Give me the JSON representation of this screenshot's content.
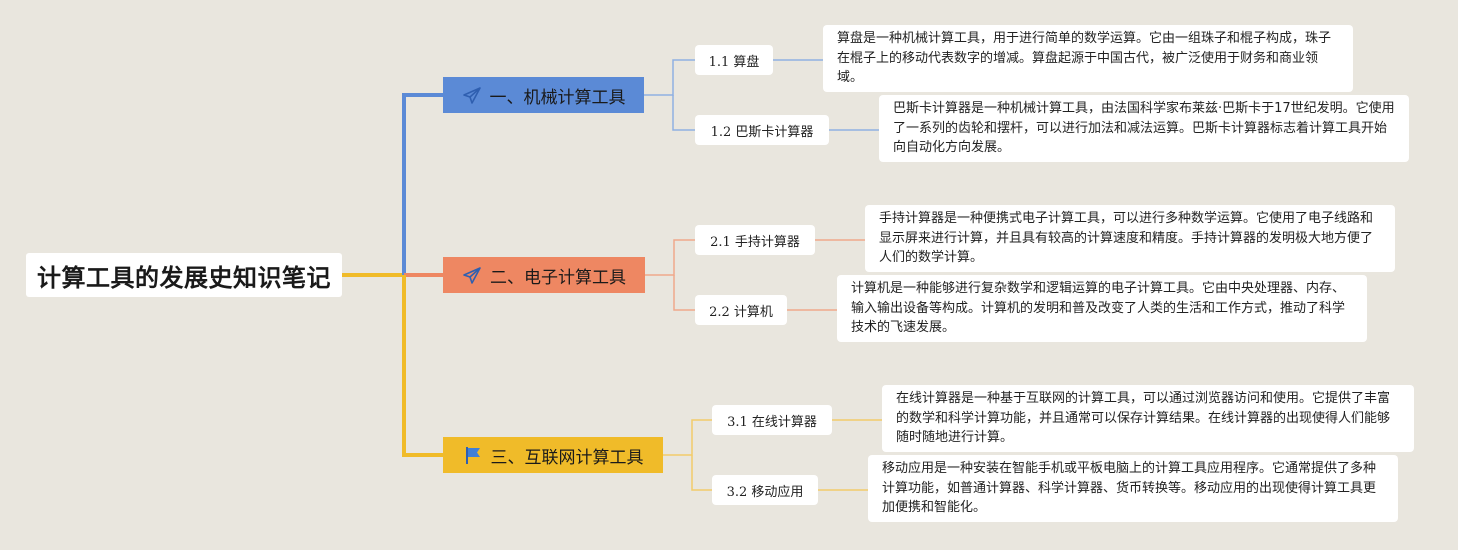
{
  "root": {
    "title": "计算工具的发展史知识笔记"
  },
  "branches": [
    {
      "label": "一、机械计算工具",
      "icon": "paper-plane-icon",
      "color": "#5b8ad6",
      "children": [
        {
          "label": "1.1 算盘",
          "desc": "算盘是一种机械计算工具，用于进行简单的数学运算。它由一组珠子和棍子构成，珠子在棍子上的移动代表数字的增减。算盘起源于中国古代，被广泛使用于财务和商业领域。"
        },
        {
          "label": "1.2 巴斯卡计算器",
          "desc": "巴斯卡计算器是一种机械计算工具，由法国科学家布莱兹·巴斯卡于17世纪发明。它使用了一系列的齿轮和摆杆，可以进行加法和减法运算。巴斯卡计算器标志着计算工具开始向自动化方向发展。"
        }
      ]
    },
    {
      "label": "二、电子计算工具",
      "icon": "paper-plane-icon",
      "color": "#ee8762",
      "children": [
        {
          "label": "2.1 手持计算器",
          "desc": "手持计算器是一种便携式电子计算工具，可以进行多种数学运算。它使用了电子线路和显示屏来进行计算，并且具有较高的计算速度和精度。手持计算器的发明极大地方便了人们的数学计算。"
        },
        {
          "label": "2.2 计算机",
          "desc": "计算机是一种能够进行复杂数学和逻辑运算的电子计算工具。它由中央处理器、内存、输入输出设备等构成。计算机的发明和普及改变了人类的生活和工作方式，推动了科学技术的飞速发展。"
        }
      ]
    },
    {
      "label": "三、互联网计算工具",
      "icon": "flag-icon",
      "color": "#f0bb29",
      "children": [
        {
          "label": "3.1 在线计算器",
          "desc": "在线计算器是一种基于互联网的计算工具，可以通过浏览器访问和使用。它提供了丰富的数学和科学计算功能，并且通常可以保存计算结果。在线计算器的出现使得人们能够随时随地进行计算。"
        },
        {
          "label": "3.2 移动应用",
          "desc": "移动应用是一种安装在智能手机或平板电脑上的计算工具应用程序。它通常提供了多种计算功能，如普通计算器、科学计算器、货币转换等。移动应用的出现使得计算工具更加便携和智能化。"
        }
      ]
    }
  ]
}
